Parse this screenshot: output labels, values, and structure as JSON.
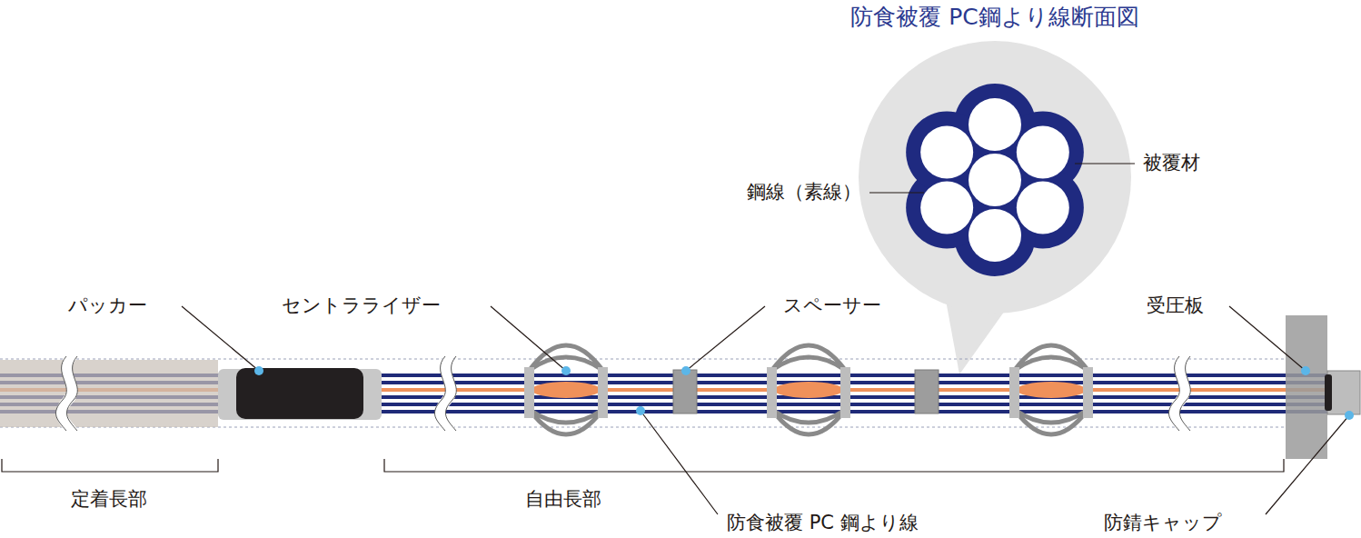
{
  "diagram": {
    "nodes": [
      {
        "text": [
          "防食被覆 PC鋼より線断面図"
        ]
      }
    ],
    "labels": [
      "鋼線（素線）",
      "被覆材",
      "パッカー",
      "セントラライザー",
      "スペーサー",
      "受圧板",
      "定着長部",
      "自由長部",
      "防食被覆 PC 鋼より線",
      "防錆キャップ"
    ]
  }
}
